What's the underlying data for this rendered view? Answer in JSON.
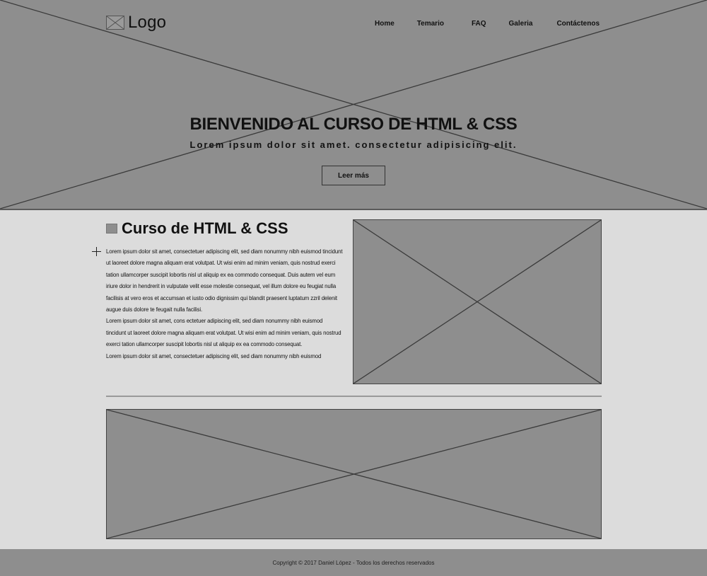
{
  "header": {
    "logo_text": "Logo",
    "nav": [
      {
        "label": "Home"
      },
      {
        "label": "Temario"
      },
      {
        "label": "FAQ"
      },
      {
        "label": "Galeria"
      },
      {
        "label": "Contáctenos"
      }
    ]
  },
  "hero": {
    "title": "BIENVENIDO AL CURSO DE HTML & CSS",
    "subtitle": "Lorem ipsum dolor sit amet. consectetur adipisicing elit.",
    "button_label": "Leer más"
  },
  "content": {
    "section_title": "Curso de HTML & CSS",
    "paragraphs": [
      "Lorem ipsum dolor sit amet, consectetuer adipiscing elit, sed diam nonummy nibh euismod tincidunt ut laoreet dolore magna aliquam erat volutpat. Ut wisi enim ad minim veniam, quis nostrud exerci tation ullamcorper suscipit lobortis nisl ut aliquip ex ea commodo consequat. Duis autem vel eum iriure dolor in hendrerit in vulputate velit esse molestie consequat, vel illum dolore eu feugiat nulla facilisis at vero eros et accumsan et iusto odio dignissim qui blandit praesent luptatum zzril delenit augue duis dolore te feugait nulla facilisi.",
      "Lorem ipsum dolor sit amet, cons ectetuer adipiscing elit, sed diam nonummy nibh euismod tincidunt ut laoreet dolore magna aliquam erat volutpat. Ut wisi enim ad minim veniam, quis nostrud exerci tation ullamcorper suscipit lobortis nisl ut aliquip ex ea commodo consequat.",
      "Lorem ipsum dolor sit amet, consectetuer adipiscing elit, sed diam nonummy nibh euismod"
    ]
  },
  "footer": {
    "copyright": "Copyright © 2017 Daniel López - Todos los derechos reservados"
  }
}
